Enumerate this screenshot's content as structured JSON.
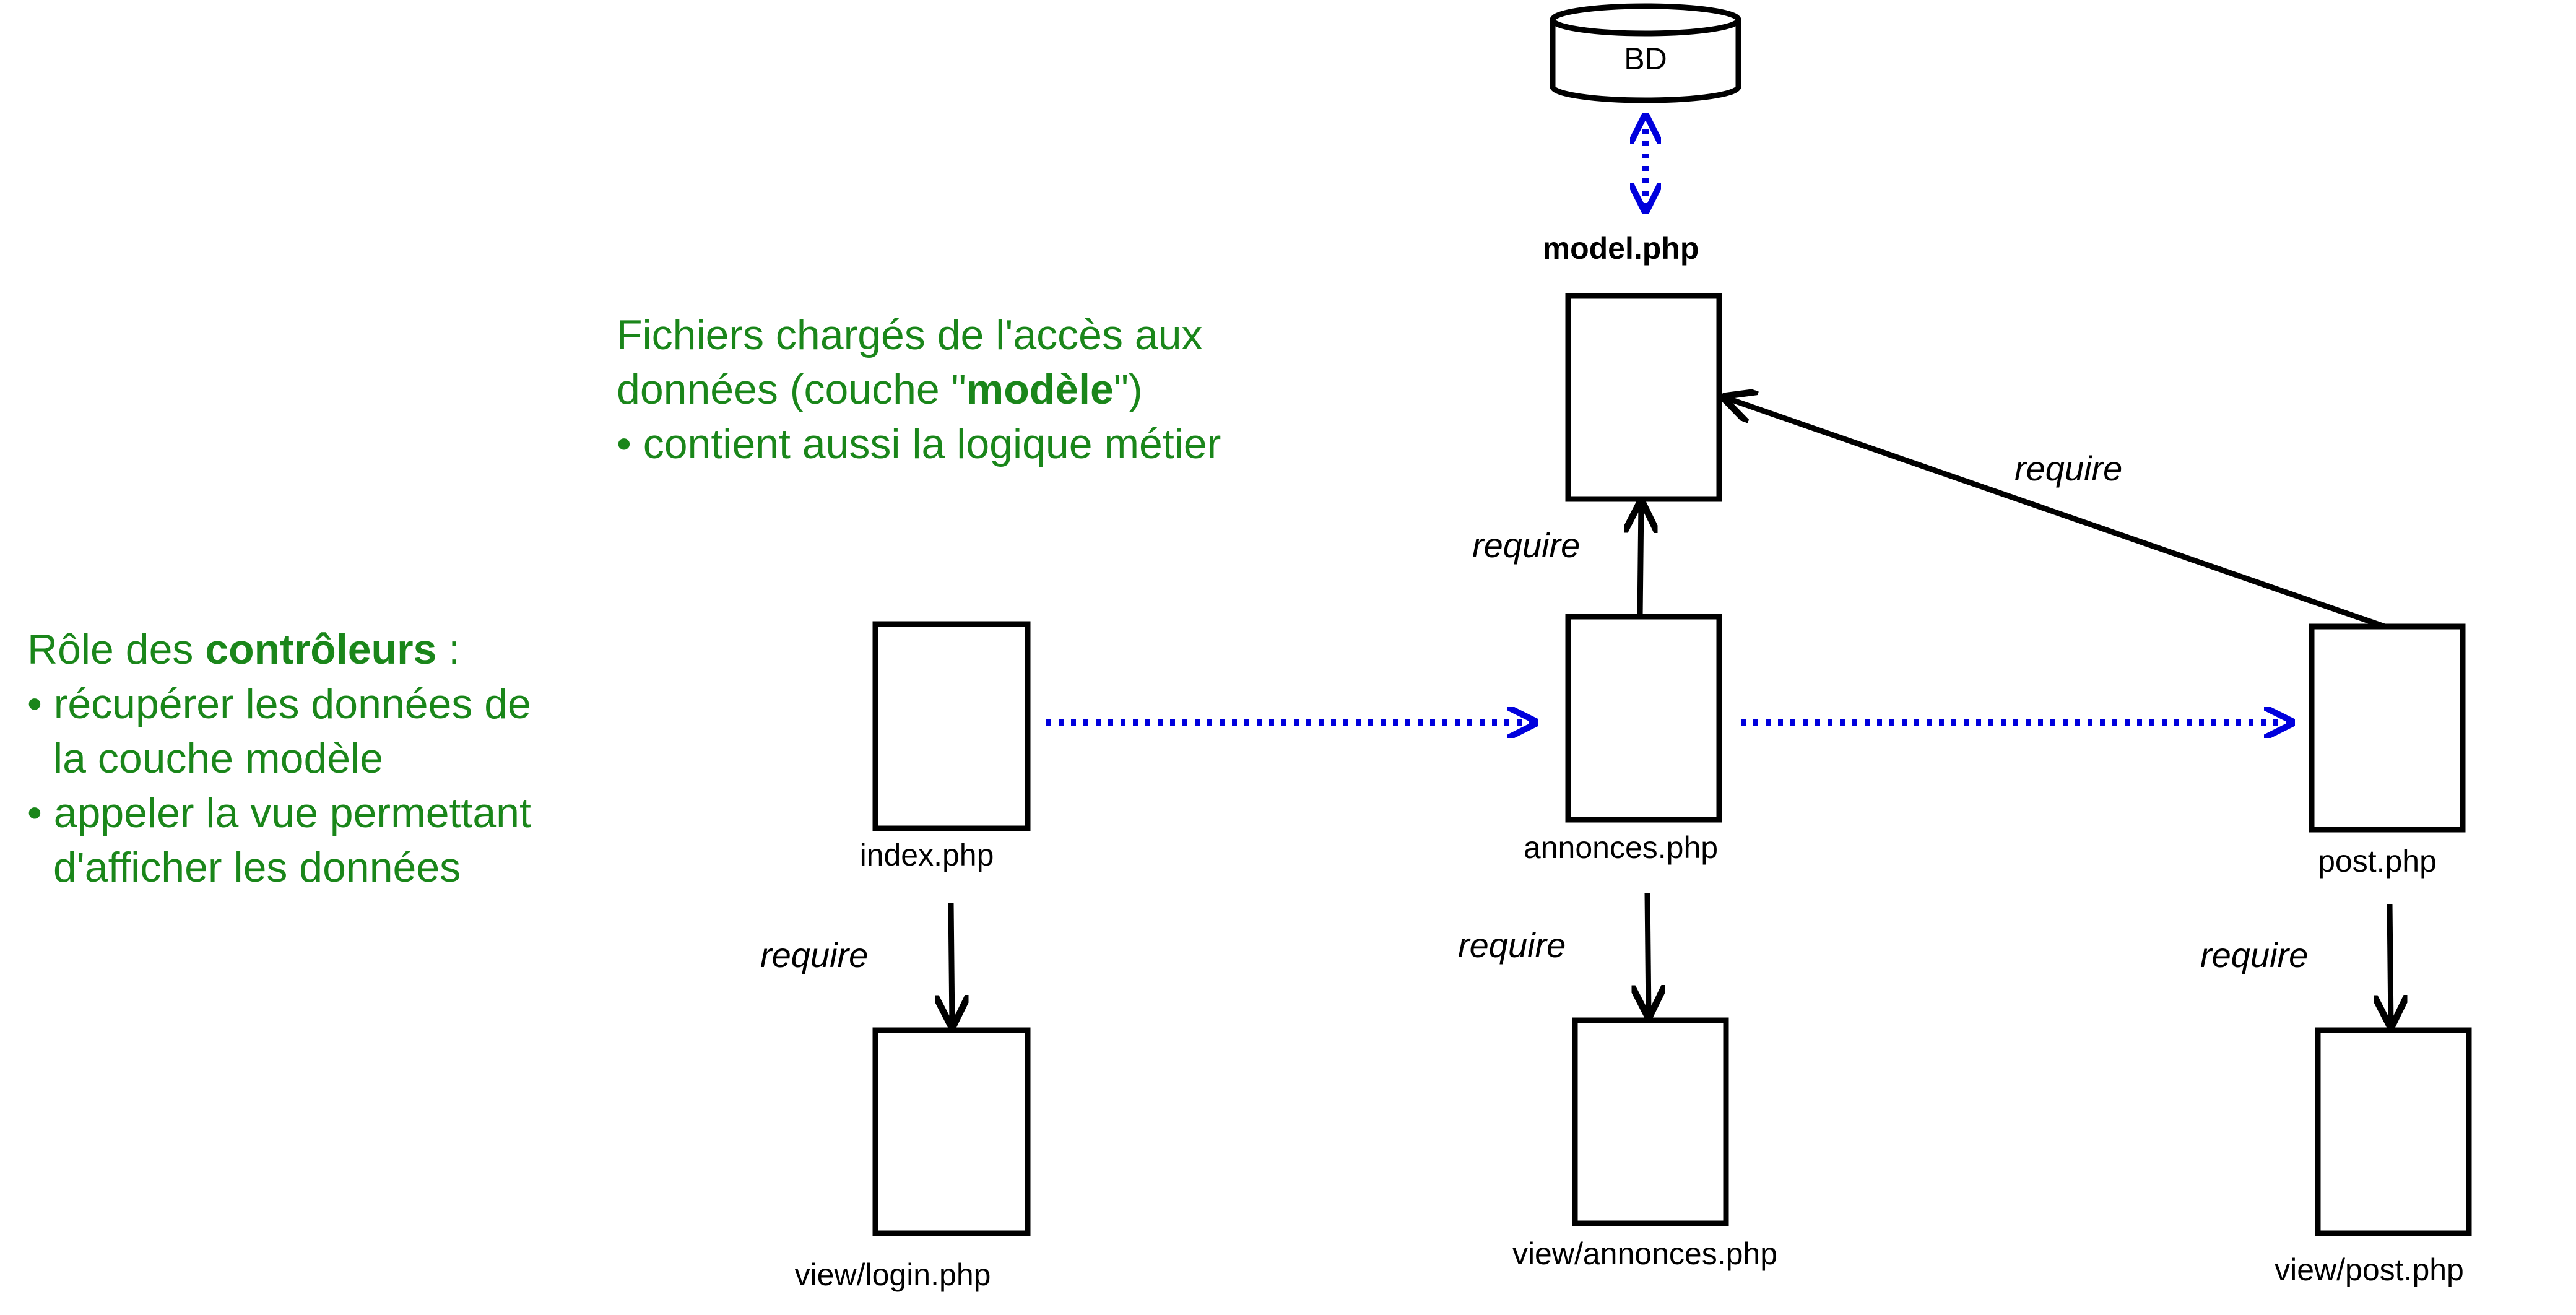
{
  "colors": {
    "note_green": "#1a861a",
    "redirect_blue": "#0000dd",
    "require_black": "#000000"
  },
  "database": {
    "label": "BD"
  },
  "model": {
    "label": "model.php"
  },
  "controllers": {
    "index": {
      "label": "index.php"
    },
    "annonces": {
      "label": "annonces.php"
    },
    "post": {
      "label": "post.php"
    }
  },
  "views": {
    "login": {
      "label": "view/login.php"
    },
    "annonces": {
      "label": "view/annonces.php"
    },
    "post": {
      "label": "view/post.php"
    }
  },
  "edges": {
    "require_label": "require"
  },
  "model_note": {
    "line1": "Fichiers chargés de l'accès aux",
    "line2_before": "données (couche \"",
    "line2_bold": "modèle",
    "line2_after": "\")",
    "line3": "• contient aussi la logique métier"
  },
  "controller_note": {
    "line1_before": "Rôle des ",
    "line1_bold": "contrôleurs",
    "line1_after": " :",
    "line2": "• récupérer les données de",
    "line3": "la couche modèle",
    "line4": "• appeler la vue permettant",
    "line5": "d'afficher les données"
  }
}
